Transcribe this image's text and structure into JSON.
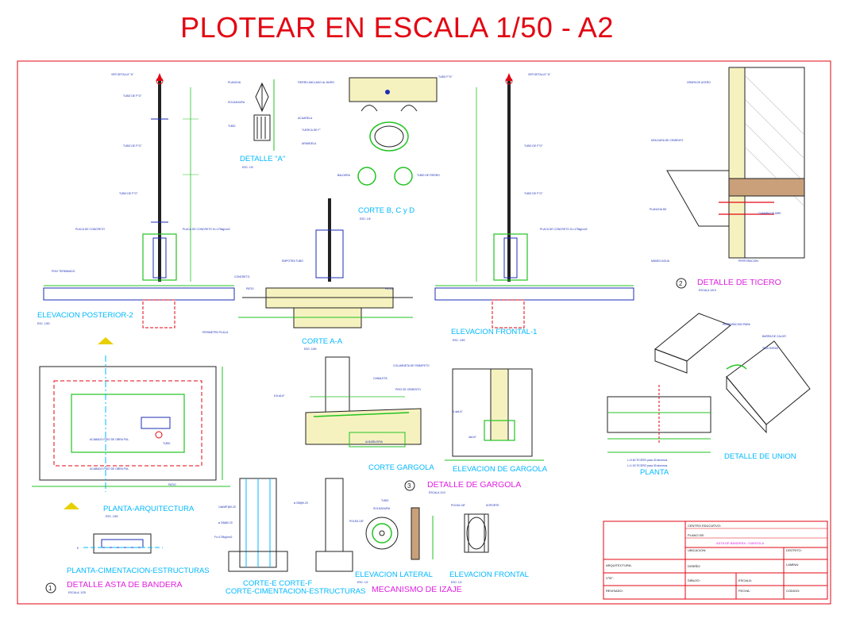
{
  "banner": "PLOTEAR EN ESCALA 1/50 - A2",
  "labels": {
    "detalle_a": "DETALLE \"A\"",
    "detalle_a_esc": "ESC: 1/5",
    "corte_bcd": "CORTE B, C y D",
    "corte_bcd_esc": "ESC: 1/5",
    "elev_post": "ELEVACION POSTERIOR-2",
    "elev_post_esc": "ESC. 1/50",
    "corte_aa": "CORTE A-A",
    "corte_aa_esc": "ESC: 1/50",
    "elev_frontal": "ELEVACION FRONTAL-1",
    "elev_frontal_esc": "ESC. 1/50",
    "detalle_ticero": "DETALLE DE TICERO",
    "detalle_ticero_esc": "ESCALA 1/5.5",
    "planta_arq": "PLANTA-ARQUITECTURA",
    "planta_arq_esc": "ESC. 1/50",
    "corte_gargola": "CORTE GARGOLA",
    "elev_gargola": "ELEVACION DE GARGOLA",
    "detalle_gargola": "DETALLE DE GARGOLA",
    "detalle_gargola_esc": "ESCALA 1/10",
    "planta": "PLANTA",
    "detalle_union": "DETALLE DE UNION",
    "planta_cim": "PLANTA-CIMENTACION-ESTRUCTURAS",
    "detalle_asta": "DETALLE ASTA DE BANDERA",
    "detalle_asta_esc": "ESCALA: 1/25",
    "corte_ef": "CORTE-E          CORTE-F",
    "corte_cim": "CORTE-CIMENTACION-ESTRUCTURAS",
    "elev_lateral": "ELEVACION LATERAL",
    "elev_lateral_esc": "ESC: 1/2",
    "elev_frontal2": "ELEVACION FRONTAL",
    "elev_frontal2_esc": "ESC: 1/2",
    "mecanismo": "MECANISMO DE IZAJE",
    "num1": "1",
    "num2": "2",
    "num3": "3"
  },
  "title_block": {
    "centro": "CENTRO EDUCATIVO:",
    "plano_de": "PLANO DE:",
    "plano_val": "ASTA DE BANDERA - GARGOLA",
    "ubicacion": "UBICACION:",
    "distrito": "DISTRITO:",
    "lamina": "LAMINA:",
    "disenio": "DISEÑO:",
    "dibujo": "DIBUJO:",
    "escala": "ESCALA:",
    "fecha": "FECHA:",
    "codigo": "CODIGO:",
    "row1": "ARQUITECTURA:",
    "row2": "V°B°:",
    "row3": "REVISADO:"
  },
  "colors": {
    "border": "#e30613",
    "cyan": "#00b8ff",
    "magenta": "#e020e0",
    "green": "#22c322",
    "yellow": "#e8d000",
    "red": "#e30613",
    "blue": "#1c2fb5"
  }
}
